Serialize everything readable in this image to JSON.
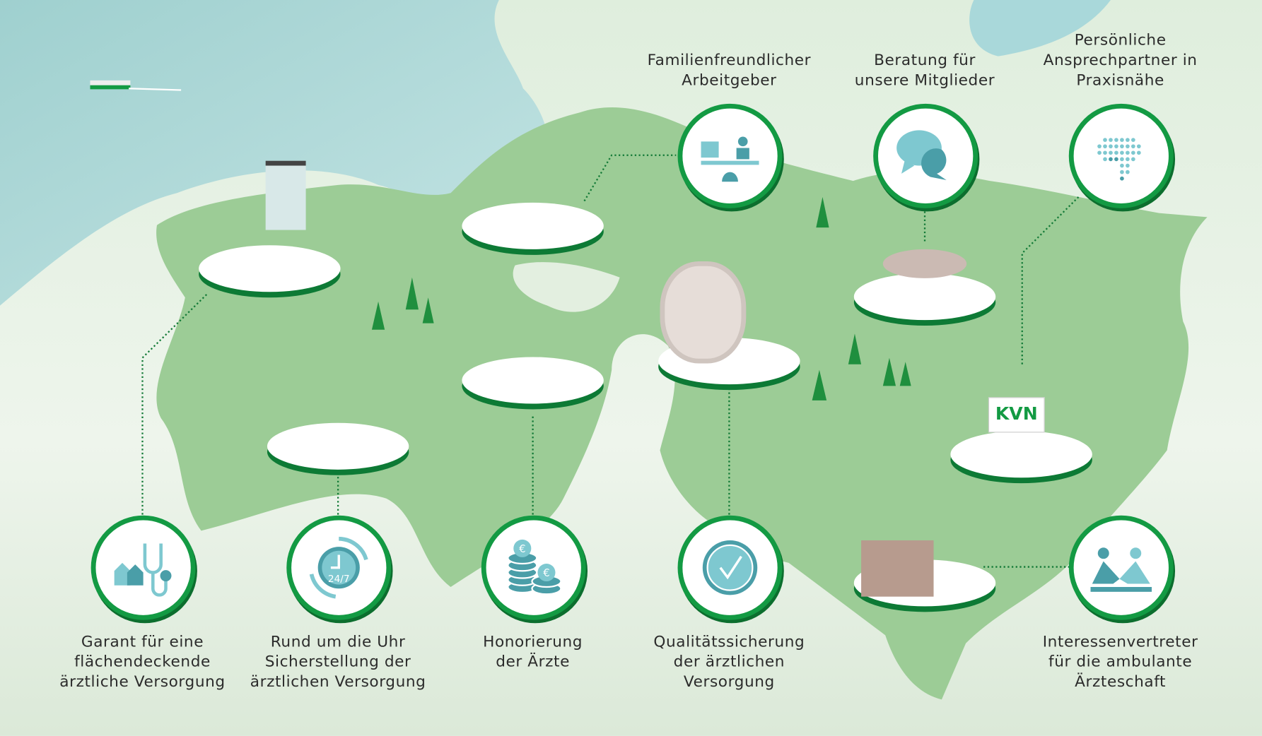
{
  "items": {
    "top": [
      {
        "label": [
          "Familienfreundlicher",
          "Arbeitgeber"
        ],
        "icon": "family-work-balance-icon"
      },
      {
        "label": [
          "Beratung für",
          "unsere Mitglieder"
        ],
        "icon": "speech-bubbles-icon"
      },
      {
        "label": [
          "Persönliche",
          "Ansprechpartner in",
          "Praxisnähe"
        ],
        "icon": "dotted-map-icon"
      }
    ],
    "bottom": [
      {
        "label": [
          "Garant für eine",
          "flächendeckende",
          "ärztliche Versorgung"
        ],
        "icon": "stethoscope-house-icon"
      },
      {
        "label": [
          "Rund um die Uhr",
          "Sicherstellung der",
          "ärztlichen Versorgung"
        ],
        "icon": "clock-24-7-icon",
        "clock_text": "24/7"
      },
      {
        "label": [
          "Honorierung",
          "der Ärzte"
        ],
        "icon": "euro-coins-icon",
        "coin_symbol": "€"
      },
      {
        "label": [
          "Qualitätssicherung",
          "der ärztlichen",
          "Versorgung"
        ],
        "icon": "checkmark-icon"
      },
      {
        "label": [
          "Interessenvertreter",
          "für die ambulante",
          "Ärzteschaft"
        ],
        "icon": "arm-wrestling-icon"
      }
    ]
  },
  "sign_text": "KVN",
  "colors": {
    "green": "#139a43",
    "teal": "#4a9ea8",
    "light_teal": "#7ec8d0",
    "map": "#9cce97",
    "sea": "#a9d8da"
  }
}
